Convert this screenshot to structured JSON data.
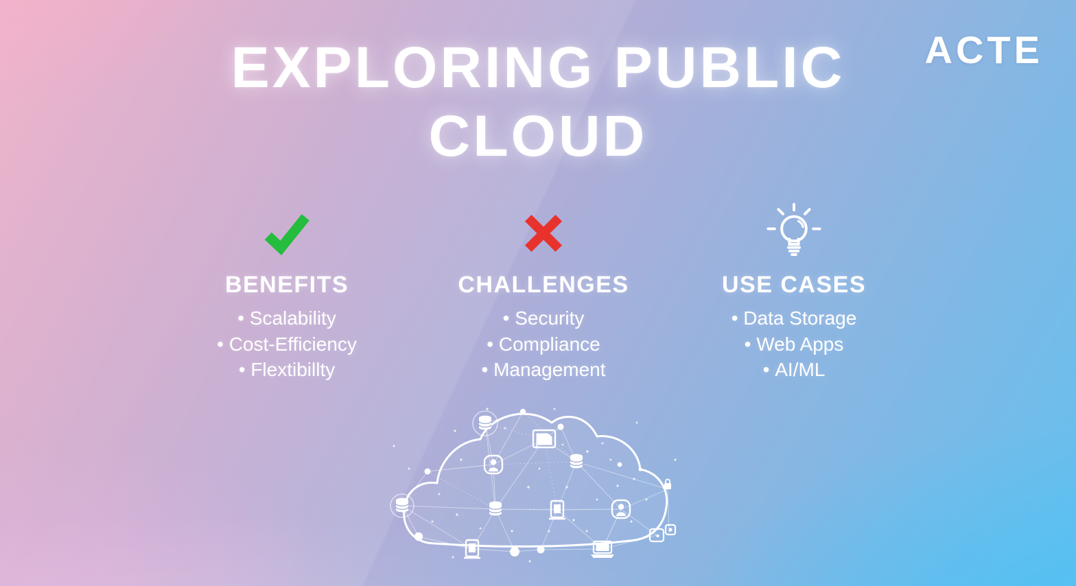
{
  "header": {
    "title_line1": "EXPLORING PUBLIC",
    "title_line2": "CLOUD",
    "logo": "ACTE"
  },
  "columns": [
    {
      "id": "benefits",
      "icon": "check-icon",
      "heading": "BENEFITS",
      "items": [
        "Scalability",
        "Cost-Efficiency",
        "Flextibillty"
      ]
    },
    {
      "id": "challenges",
      "icon": "x-icon",
      "heading": "CHALLENGES",
      "items": [
        "Security",
        "Compliance",
        "Management"
      ]
    },
    {
      "id": "use-cases",
      "icon": "lightbulb-icon",
      "heading": "USE CASES",
      "items": [
        "Data Storage",
        "Web Apps",
        "AI/ML"
      ]
    }
  ],
  "illustration": {
    "name": "cloud-network",
    "icon_names": [
      "database-icon",
      "monitor-icon",
      "user-icon",
      "phone-icon",
      "laptop-icon",
      "lock-icon",
      "app-tile-icon"
    ]
  },
  "colors": {
    "check_green": "#24bd3e",
    "cross_red": "#e8332d",
    "text_white": "#ffffff",
    "bg_pink": "#edadc6",
    "bg_lavender": "#aeaed8",
    "bg_blue": "#63c0ef"
  }
}
